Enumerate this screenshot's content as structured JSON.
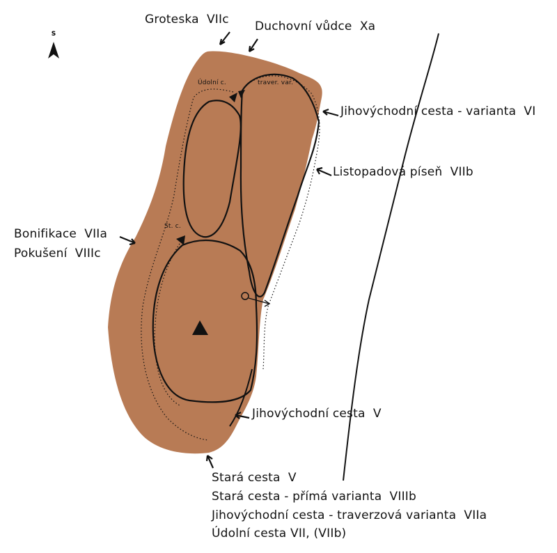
{
  "north": {
    "letter": "S",
    "icon": "north-arrow-icon"
  },
  "colors": {
    "rock": "#b87b55",
    "outline": "#111111",
    "background": "#ffffff"
  },
  "routes": {
    "top": [
      {
        "name": "Groteska",
        "grade": "VIIc"
      },
      {
        "name": "Duchovní vůdce",
        "grade": "Xa"
      }
    ],
    "right": [
      {
        "name": "Jihovýchodní cesta - varianta",
        "grade": "VI"
      },
      {
        "name": "Listopadová píseň",
        "grade": "VIIb"
      },
      {
        "name": "Jihovýchodní cesta",
        "grade": "V"
      }
    ],
    "left": [
      {
        "name": "Bonifikace",
        "grade": "VIIa"
      },
      {
        "name": "Pokušení",
        "grade": "VIIIc"
      }
    ],
    "bottom": [
      {
        "name": "Stará cesta",
        "grade": "V"
      },
      {
        "name": "Stará cesta - přímá varianta",
        "grade": "VIIIb"
      },
      {
        "name": "Jihovýchodní cesta - traverzová varianta",
        "grade": "VIIa"
      },
      {
        "name": "Údolní cesta",
        "grade": "VII, (VIIb)"
      }
    ]
  },
  "map_labels": {
    "udolni": "Údolní c.",
    "traver": "traver. var.",
    "stc": "St. c."
  }
}
